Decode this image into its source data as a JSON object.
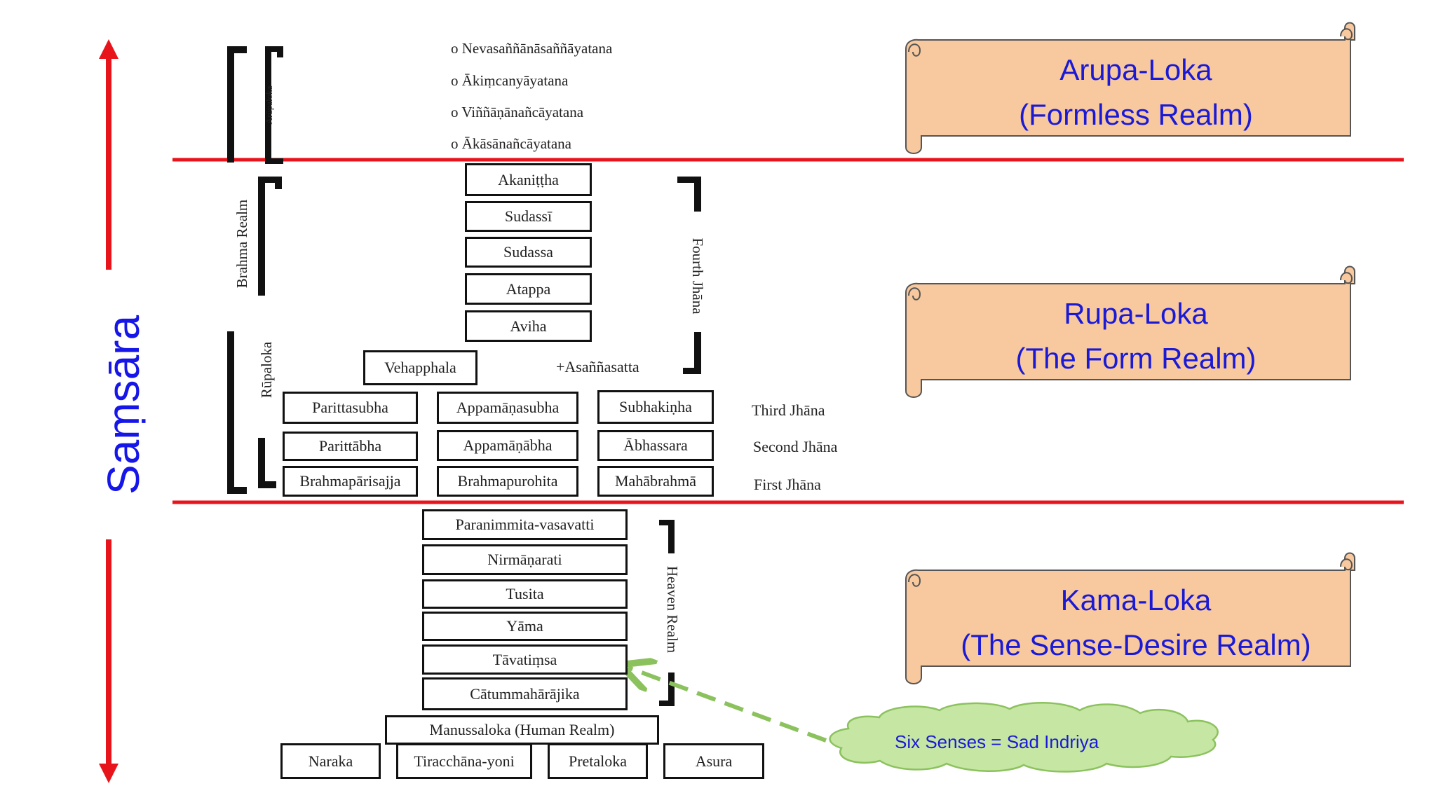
{
  "samsara_label": "Saṃsāra",
  "realms": {
    "arupa": {
      "title": "Arupa-Loka",
      "subtitle": "(Formless Realm)"
    },
    "rupa": {
      "title": "Rupa-Loka",
      "subtitle": "(The Form Realm)"
    },
    "kama": {
      "title": "Kama-Loka",
      "subtitle": "(The Sense-Desire Realm)"
    }
  },
  "arupa_items": [
    "o Nevasaññānāsaññāyatana",
    "o Ākiṃcanyāyatana",
    "o Viññāṇānañcāyatana",
    "o Ākāsānañcāyatana"
  ],
  "brackets": {
    "arupaloka": "Arūpaloka",
    "brahma_realm": "Brahma Realm",
    "rupaloka": "Rūpaloka",
    "fourth_jhana": "Fourth Jhāna",
    "heaven_realm": "Heaven Realm"
  },
  "fourth_jhana_boxes": [
    "Akaniṭṭha",
    "Sudassī",
    "Sudassa",
    "Atappa",
    "Aviha"
  ],
  "vehapphala": "Vehapphala",
  "asannasatta": "+Asaññasatta",
  "jhana_rows": [
    {
      "label": "Third Jhāna",
      "boxes": [
        "Parittasubha",
        "Appamāṇasubha",
        "Subhakiṇha"
      ]
    },
    {
      "label": "Second Jhāna",
      "boxes": [
        "Parittābha",
        "Appamāṇābha",
        "Ābhassara"
      ]
    },
    {
      "label": "First Jhāna",
      "boxes": [
        "Brahmapārisajja",
        "Brahmapurohita",
        "Mahābrahmā"
      ]
    }
  ],
  "heaven_boxes": [
    "Paranimmita-vasavatti",
    "Nirmāṇarati",
    "Tusita",
    "Yāma",
    "Tāvatiṃsa",
    "Cātummahārājika"
  ],
  "human_realm": "Manussaloka (Human Realm)",
  "lower_realms": [
    "Naraka",
    "Tiracchāna-yoni",
    "Pretaloka",
    "Asura"
  ],
  "callout": "Six Senses = Sad Indriya",
  "colors": {
    "divider": "#e8141c",
    "arrow": "#e8141c",
    "samsara": "#1616e8",
    "scroll_fill": "#f8c99e",
    "scroll_stroke": "#555555",
    "scroll_text": "#1a1ad6",
    "cloud_fill": "#c6e6a4",
    "cloud_stroke": "#8cc25e",
    "dashed_arrow": "#8cc25e"
  }
}
